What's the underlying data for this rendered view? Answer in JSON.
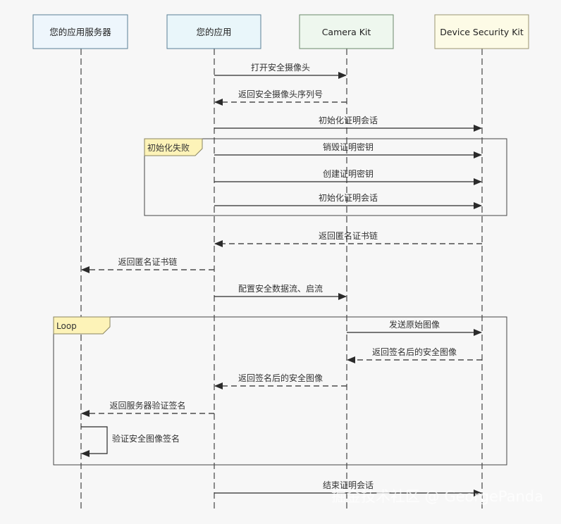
{
  "diagram": {
    "participants": [
      {
        "id": "server",
        "label": "您的应用服务器",
        "fill": "#eef6fc",
        "stroke": "#5a7f96"
      },
      {
        "id": "app",
        "label": "您的应用",
        "fill": "#e9f6fa",
        "stroke": "#5a7f96"
      },
      {
        "id": "camera",
        "label": "Camera Kit",
        "fill": "#eef7ee",
        "stroke": "#6b8a6b"
      },
      {
        "id": "security",
        "label": "Device Security Kit",
        "fill": "#fdfbe6",
        "stroke": "#9a9470"
      }
    ],
    "messages": [
      {
        "from": "app",
        "to": "camera",
        "label": "打开安全摄像头",
        "style": "solid"
      },
      {
        "from": "camera",
        "to": "app",
        "label": "返回安全摄像头序列号",
        "style": "dashed"
      },
      {
        "from": "app",
        "to": "security",
        "label": "初始化证明会话",
        "style": "solid"
      },
      {
        "from": "app",
        "to": "security",
        "label": "销毁证明密钥",
        "style": "solid"
      },
      {
        "from": "app",
        "to": "security",
        "label": "创建证明密钥",
        "style": "solid"
      },
      {
        "from": "app",
        "to": "security",
        "label": "初始化证明会话",
        "style": "solid"
      },
      {
        "from": "security",
        "to": "app",
        "label": "返回匿名证书链",
        "style": "dashed"
      },
      {
        "from": "app",
        "to": "server",
        "label": "返回匿名证书链",
        "style": "dashed"
      },
      {
        "from": "app",
        "to": "camera",
        "label": "配置安全数据流、启流",
        "style": "solid"
      },
      {
        "from": "camera",
        "to": "security",
        "label": "发送原始图像",
        "style": "solid"
      },
      {
        "from": "security",
        "to": "camera",
        "label": "返回签名后的安全图像",
        "style": "dashed"
      },
      {
        "from": "camera",
        "to": "app",
        "label": "返回签名后的安全图像",
        "style": "dashed"
      },
      {
        "from": "app",
        "to": "server",
        "label": "返回服务器验证签名",
        "style": "dashed"
      },
      {
        "from": "server",
        "to": "server",
        "label": "验证安全图像签名",
        "style": "solid"
      },
      {
        "from": "app",
        "to": "security",
        "label": "结束证明会话",
        "style": "solid"
      }
    ],
    "fragments": [
      {
        "label": "初始化失败",
        "first": 3,
        "last": 5
      },
      {
        "label": "Loop",
        "first": 9,
        "last": 13
      }
    ],
    "watermark": "掘金技术社区 @ GeorgePanda",
    "colors": {
      "line": "#2b2b2b",
      "lifeline": "#444444",
      "fragment_tag": "#fdf3b8",
      "background": "#f7f7f7"
    }
  }
}
